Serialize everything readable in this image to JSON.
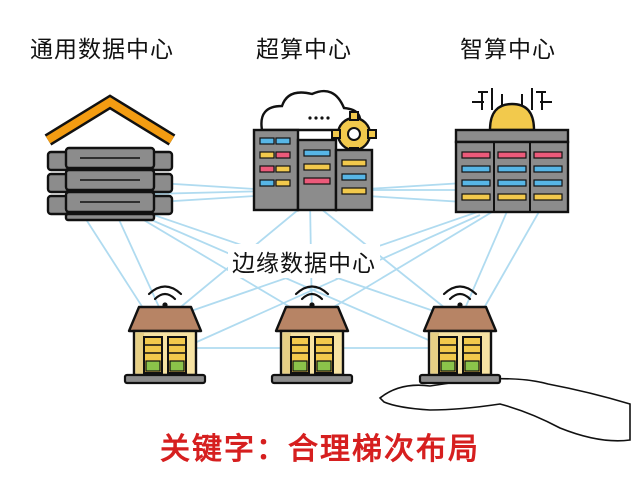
{
  "labels": {
    "general_dc": "通用数据中心",
    "supercomputing": "超算中心",
    "intelligent_computing": "智算中心",
    "edge_dc": "边缘数据中心"
  },
  "keywords_line": "关键字：合理梯次布局",
  "colors": {
    "network_line": "#a8d8ef",
    "keyword_text": "#d61f1f",
    "roof": "#f39c12",
    "server_body": "#8c8c8c",
    "edge_roof": "#b78465",
    "edge_wall": "#f7e3a3",
    "rack_yellow": "#f2c94c",
    "rack_green": "#8bc34a",
    "screen_blue": "#57b6e6",
    "screen_pink": "#ec5a7a"
  },
  "icons": [
    "server-stack-icon",
    "supercomputer-cloud-gear-icon",
    "ai-datacenter-chip-icon",
    "edge-house-icon",
    "open-hand-icon"
  ]
}
